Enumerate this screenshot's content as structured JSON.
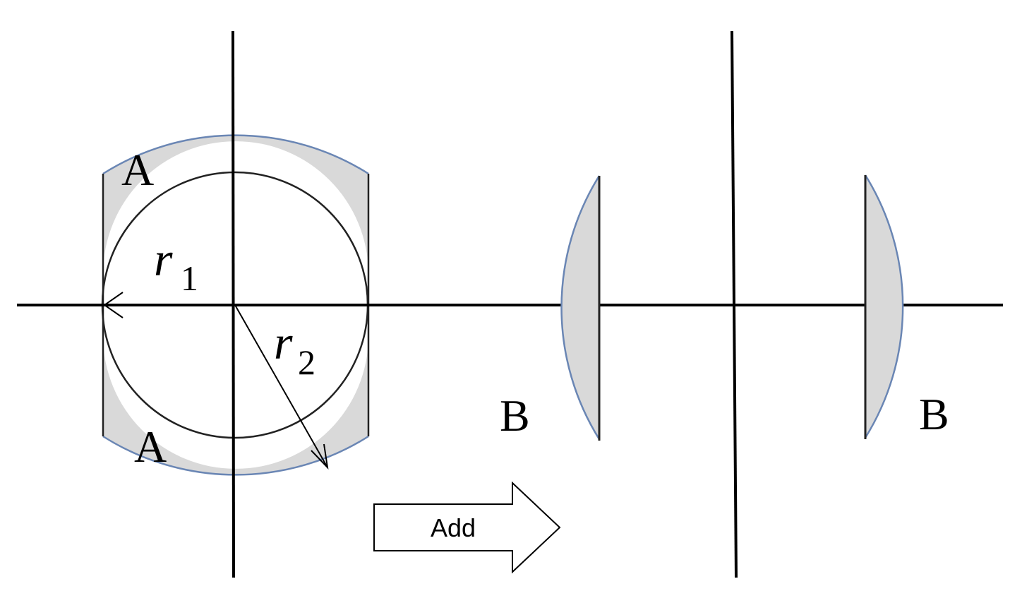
{
  "labels": {
    "region_a": "A",
    "region_b": "B",
    "radius_1_var": "r",
    "radius_1_sub": "1",
    "radius_2_var": "r",
    "radius_2_sub": "2",
    "add_arrow": "Add"
  },
  "colors": {
    "shade_fill": "#d9d9d9",
    "outer_arc_stroke": "#6a86b4",
    "line_stroke": "#000000",
    "inner_circle_stroke": "#222222"
  }
}
